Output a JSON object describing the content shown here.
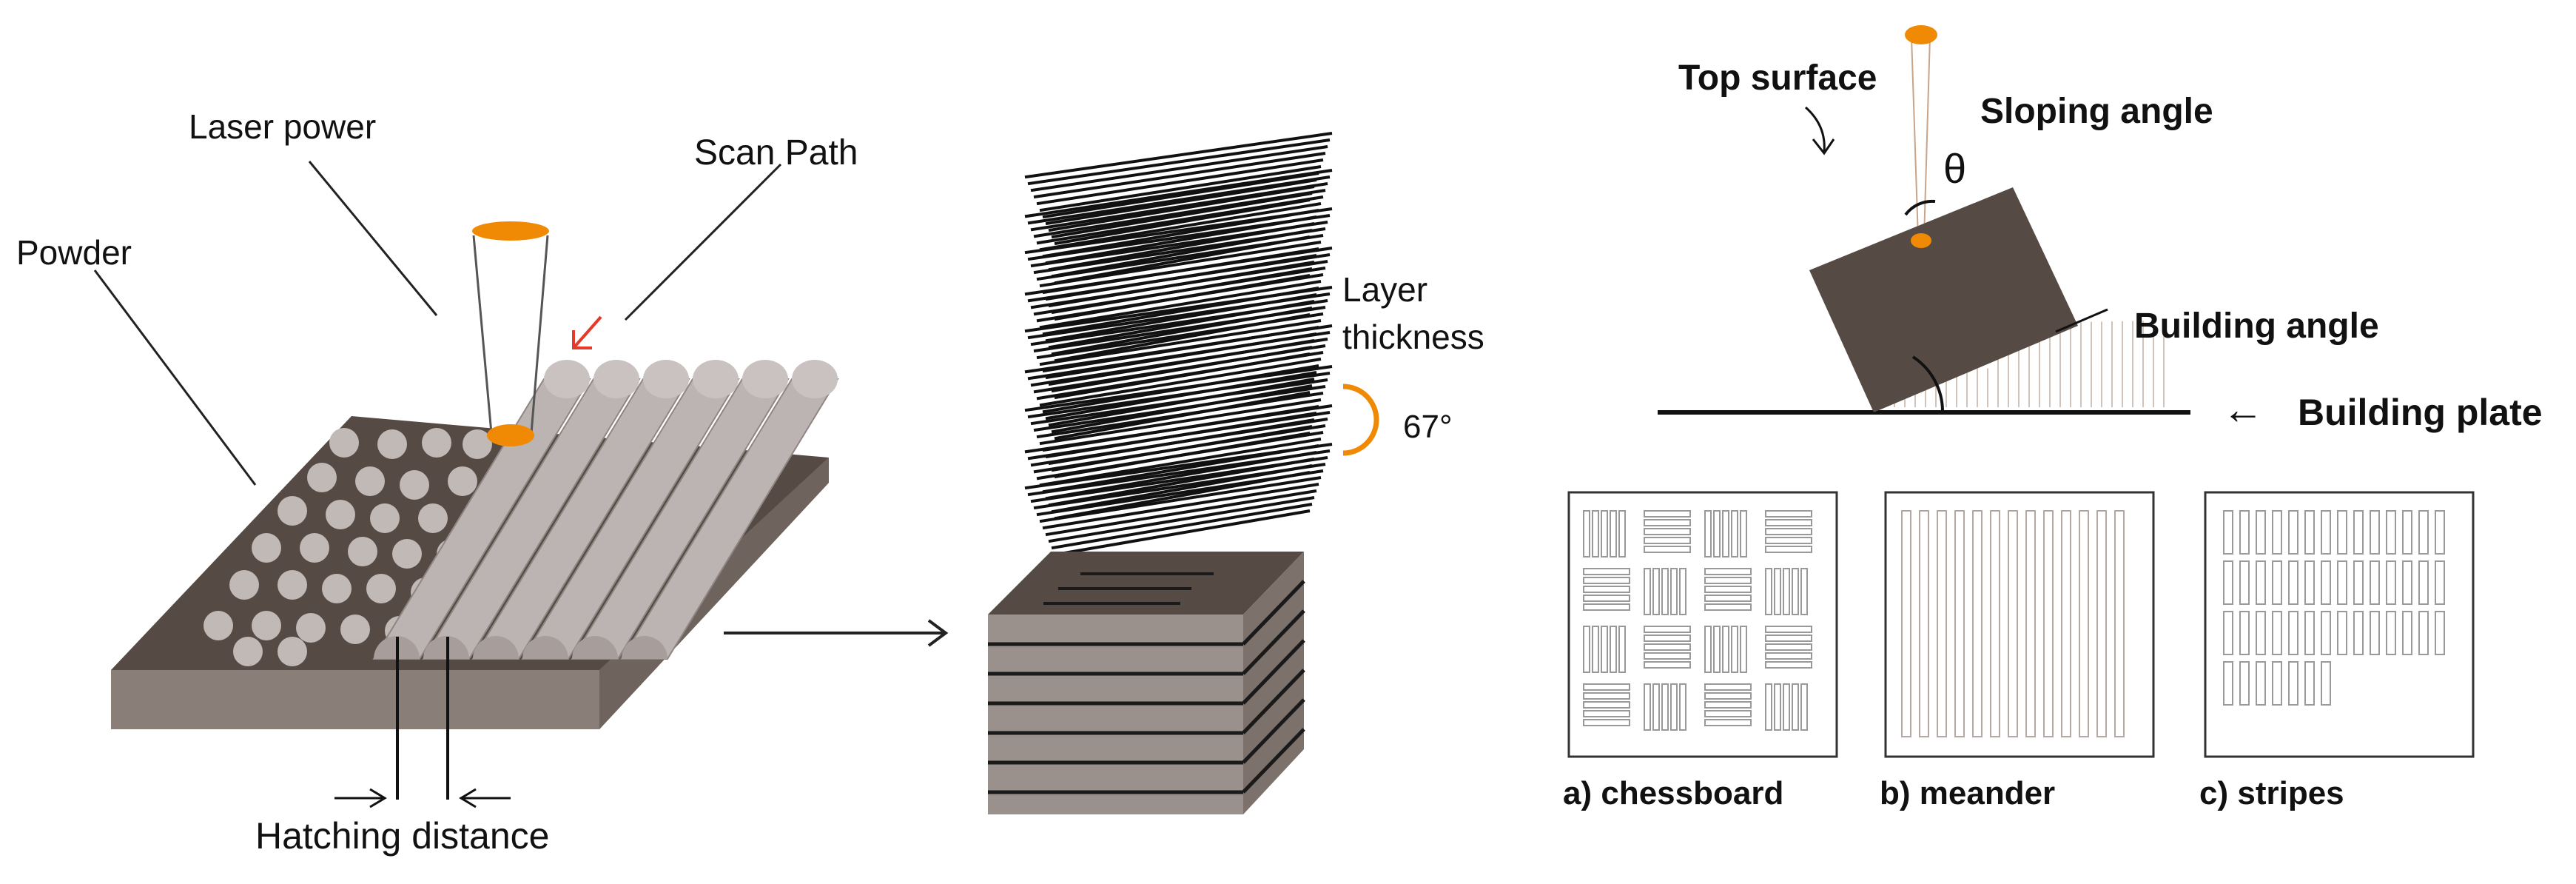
{
  "labels": {
    "laser_power": "Laser power",
    "scan_path": "Scan Path",
    "powder": "Powder",
    "hatching_distance": "Hatching distance",
    "layer_thickness_1": "Layer",
    "layer_thickness_2": "thickness",
    "rotation_angle": "67°",
    "top_surface": "Top surface",
    "sloping_angle": "Sloping angle",
    "theta": "θ",
    "building_angle": "Building angle",
    "building_plate": "Building plate",
    "plate_arrow": "←"
  },
  "strategies": [
    {
      "label": "a) chessboard"
    },
    {
      "label": "b) meander"
    },
    {
      "label": "c) stripes"
    }
  ],
  "colors": {
    "dark_brown": "#564a44",
    "mid_brown": "#8a7e78",
    "light_brown": "#a39a96",
    "track_light": "#bcb4b2",
    "powder_particle": "#c0b9b6",
    "laser_orange": "#f08a05",
    "arrow_red": "#e53a2a"
  }
}
